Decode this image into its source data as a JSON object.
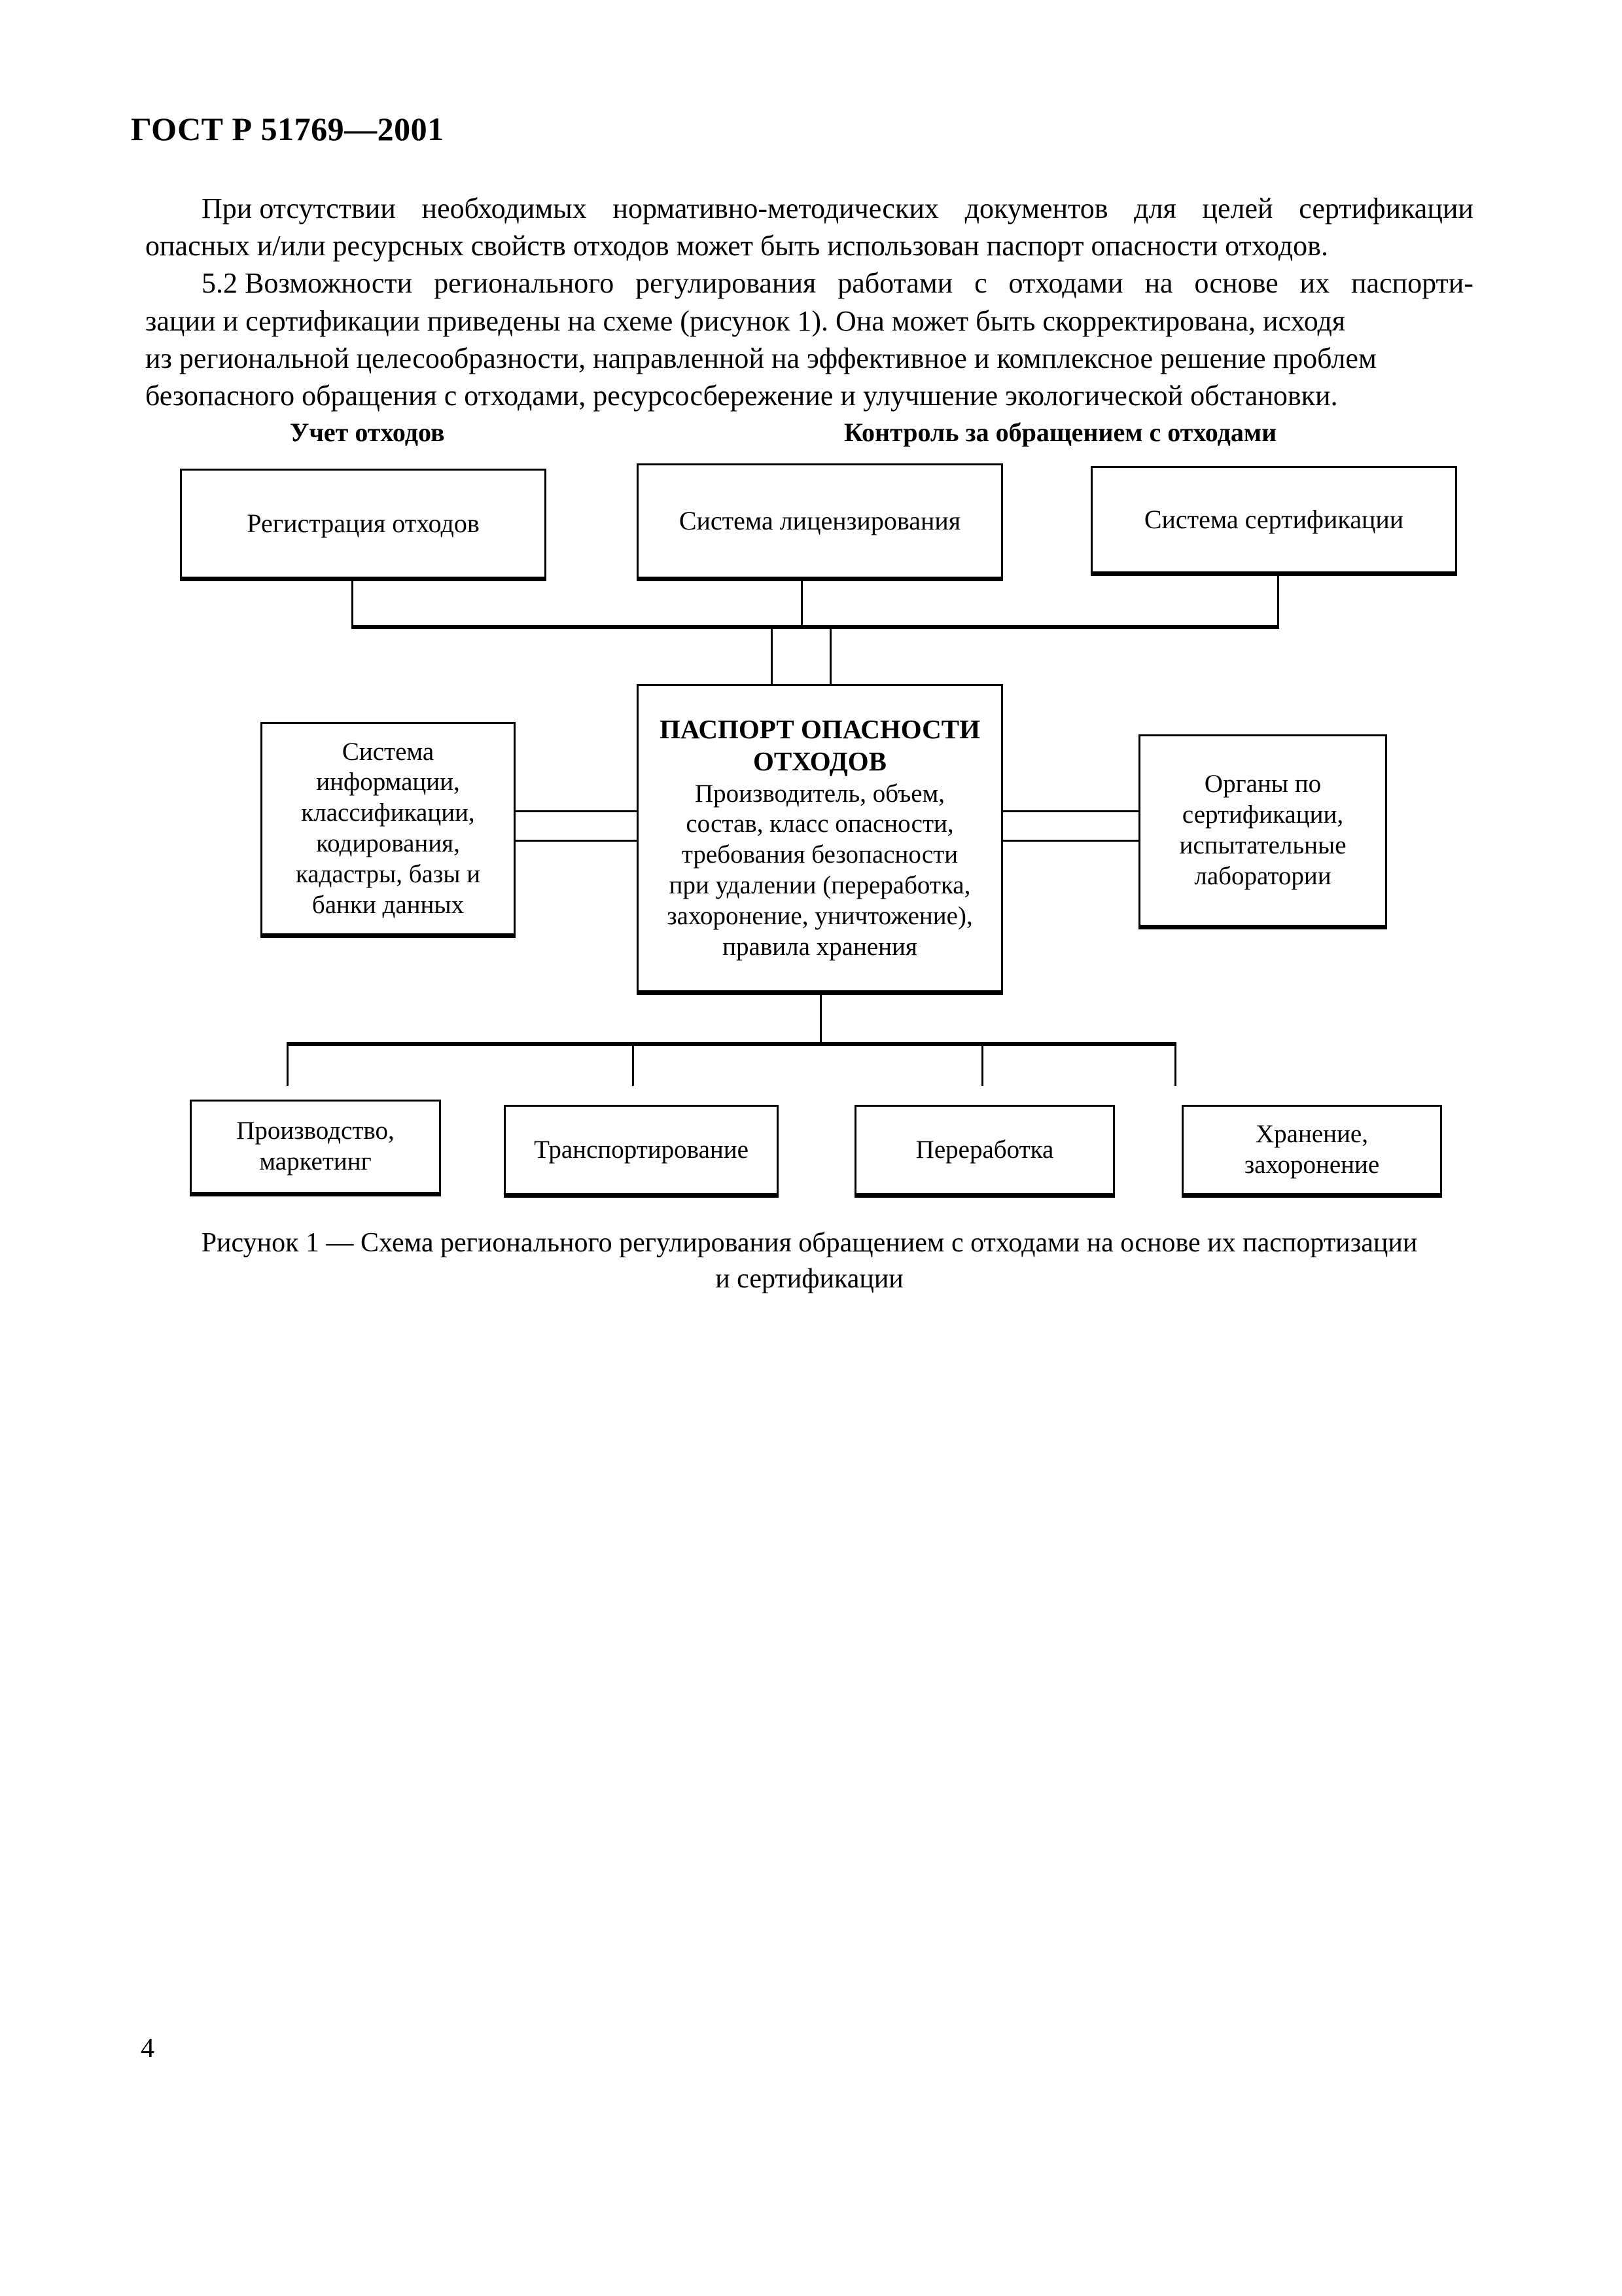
{
  "document": {
    "header": "ГОСТ Р 51769—2001",
    "page_number": "4"
  },
  "body": {
    "paragraph1": {
      "lines": [
        [
          "При отсутствии",
          "необходимых",
          "нормативно-методических",
          "документов",
          "для",
          "целей",
          "сертификации"
        ],
        [
          "опасных и/или ресурсных свойств отходов может быть использован паспорт опасности отходов."
        ]
      ],
      "plain": "При отсутствии необходимых нормативно-методических документов для целей сертификации опасных и/или ресурсных свойств отходов может быть использован паспорт опасности отходов."
    },
    "paragraph2": {
      "lines": [
        [
          "5.2 Возможности",
          "регионального",
          "регулирования",
          "работами",
          "с",
          "отходами",
          "на",
          "основе",
          "их",
          "паспорти-"
        ],
        [
          "зации и сертификации приведены на схеме (рисунок 1). Она может быть скорректирована, исходя"
        ],
        [
          "из региональной целесообразности, направленной на эффективное и комплексное решение проблем"
        ],
        [
          "безопасного обращения с отходами, ресурсосбережение и улучшение экологической обстановки."
        ]
      ],
      "plain": "5.2 Возможности регионального регулирования работами с отходами на основе их паспортизации и сертификации приведены на схеме (рисунок 1). Она может быть скорректирована, исходя из региональной целесообразности, направленной на эффективное и комплексное решение проблем безопасного обращения с отходами, ресурсосбережение и улучшение экологической обстановки."
    }
  },
  "diagram": {
    "column_headers": [
      {
        "label": "Учет отходов"
      },
      {
        "label": "Контроль за обращением с отходами"
      }
    ],
    "top_nodes": [
      {
        "label": "Регистрация отходов"
      },
      {
        "label": "Система лицензирования"
      },
      {
        "label": "Система сертификации"
      }
    ],
    "left_node": {
      "lines": [
        "Система",
        "информации,",
        "классификации,",
        "кодирования,",
        "кадастры, базы и",
        "банки данных"
      ]
    },
    "center_node": {
      "title_lines": [
        "ПАСПОРТ ОПАСНОСТИ",
        "ОТХОДОВ"
      ],
      "body_lines": [
        "Производитель, объем,",
        "состав, класс опасности,",
        "требования безопасности",
        "при удалении (переработка,",
        "захоронение, уничтожение),",
        "правила хранения"
      ]
    },
    "right_node": {
      "lines": [
        "Органы по",
        "сертификации,",
        "испытательные",
        "лаборатории"
      ]
    },
    "bottom_nodes": [
      {
        "lines": [
          "Производство,",
          "маркетинг"
        ]
      },
      {
        "lines": [
          "Транспортирование"
        ]
      },
      {
        "lines": [
          "Переработка"
        ]
      },
      {
        "lines": [
          "Хранение,",
          "захоронение"
        ]
      }
    ]
  },
  "figure_caption": {
    "line1": "Рисунок 1 — Схема регионального регулирования обращением с отходами на основе их паспортизации",
    "line2": "и сертификации"
  },
  "colors": {
    "ink": "#000000",
    "paper": "#ffffff"
  }
}
